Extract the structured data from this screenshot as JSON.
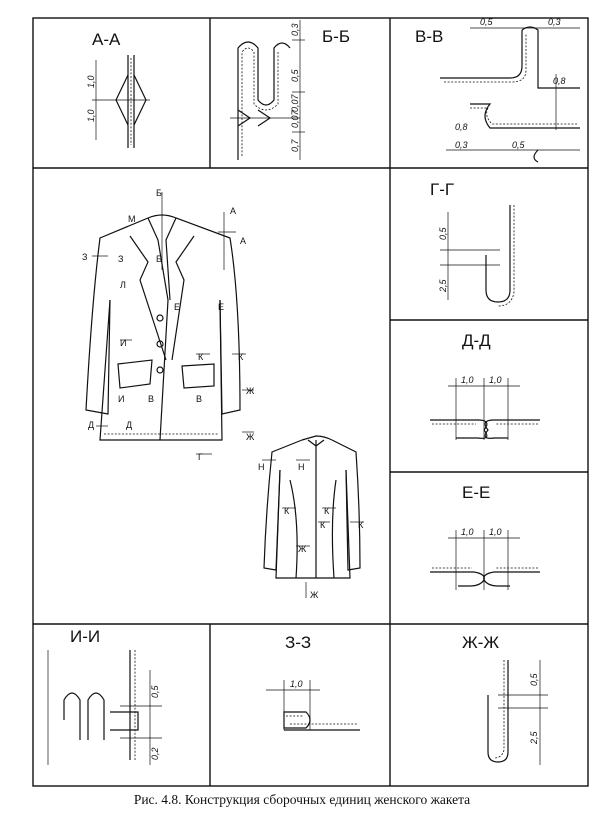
{
  "sections": {
    "aa": {
      "title": "А-А",
      "dims": [
        "1,0",
        "1,0"
      ]
    },
    "bb": {
      "title": "Б-Б",
      "dims": [
        "0,3",
        "0,5",
        "0,07",
        "0,07",
        "0,7"
      ]
    },
    "vv": {
      "title": "В-В",
      "dims": [
        "0,5",
        "0,3",
        "0,8",
        "0,8",
        "0,3",
        "0,5"
      ]
    },
    "gg": {
      "title": "Г-Г",
      "dims": [
        "0,5",
        "2,5"
      ]
    },
    "dd": {
      "title": "Д-Д",
      "dims": [
        "1,0",
        "1,0"
      ]
    },
    "ee": {
      "title": "Е-Е",
      "dims": [
        "1,0",
        "1,0"
      ]
    },
    "ii": {
      "title": "И-И",
      "dims": [
        "0,5",
        "0,2"
      ]
    },
    "zz": {
      "title": "З-З",
      "dims": [
        "1,0"
      ]
    },
    "zhzh": {
      "title": "Ж-Ж",
      "dims": [
        "0,5",
        "2,5"
      ]
    }
  },
  "jacket_marks": {
    "front": [
      "Б",
      "А",
      "М",
      "А",
      "З",
      "З",
      "Б",
      "Л",
      "Е",
      "Е",
      "И",
      "К",
      "К",
      "Ж",
      "И",
      "В",
      "В",
      "Д",
      "Д",
      "Ж",
      "Г"
    ],
    "back": [
      "Н",
      "Н",
      "К",
      "К",
      "К",
      "К",
      "Ж",
      "Ж"
    ]
  },
  "caption": "Рис. 4.8. Конструкция сборочных единиц женского жакета"
}
